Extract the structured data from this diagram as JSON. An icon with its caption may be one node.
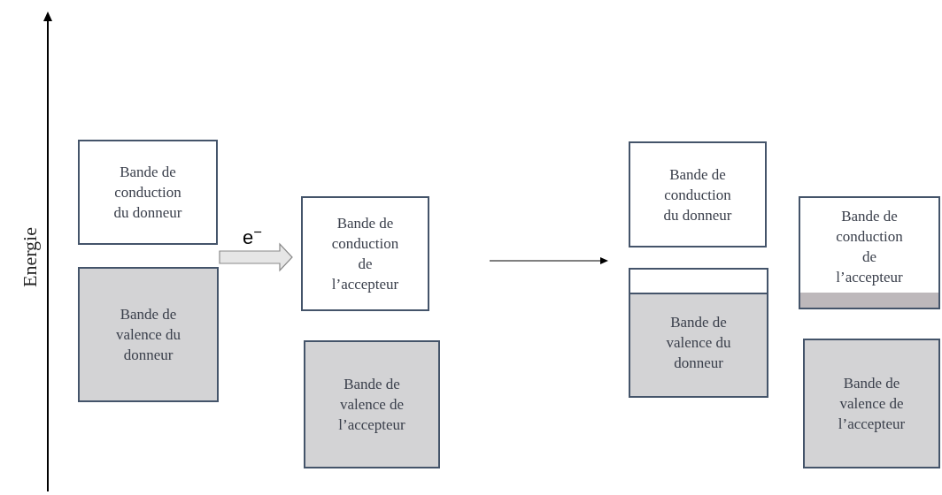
{
  "diagram": {
    "nodes": [
      {
        "text": [
          "Bande de conduction du donneur"
        ]
      },
      {
        "text": [
          "Bande de valence du donneur"
        ]
      },
      {
        "text": [
          "Bande de conduction de l’accepteur"
        ]
      },
      {
        "text": [
          "Bande de valence de l’accepteur"
        ]
      },
      {
        "text": [
          "Bande de conduction du donneur"
        ]
      },
      {
        "text": [
          "Bande de valence du donneur"
        ]
      },
      {
        "text": [
          "Bande de conduction de l’accepteur"
        ]
      },
      {
        "text": [
          "Bande de valence de l’accepteur"
        ]
      }
    ],
    "edges": [
      {
        "from": null,
        "to": 2,
        "arrow": "to",
        "label": "e$^{−}$",
        "style": "thick"
      }
    ],
    "labels": [
      "Energie"
    ]
  }
}
